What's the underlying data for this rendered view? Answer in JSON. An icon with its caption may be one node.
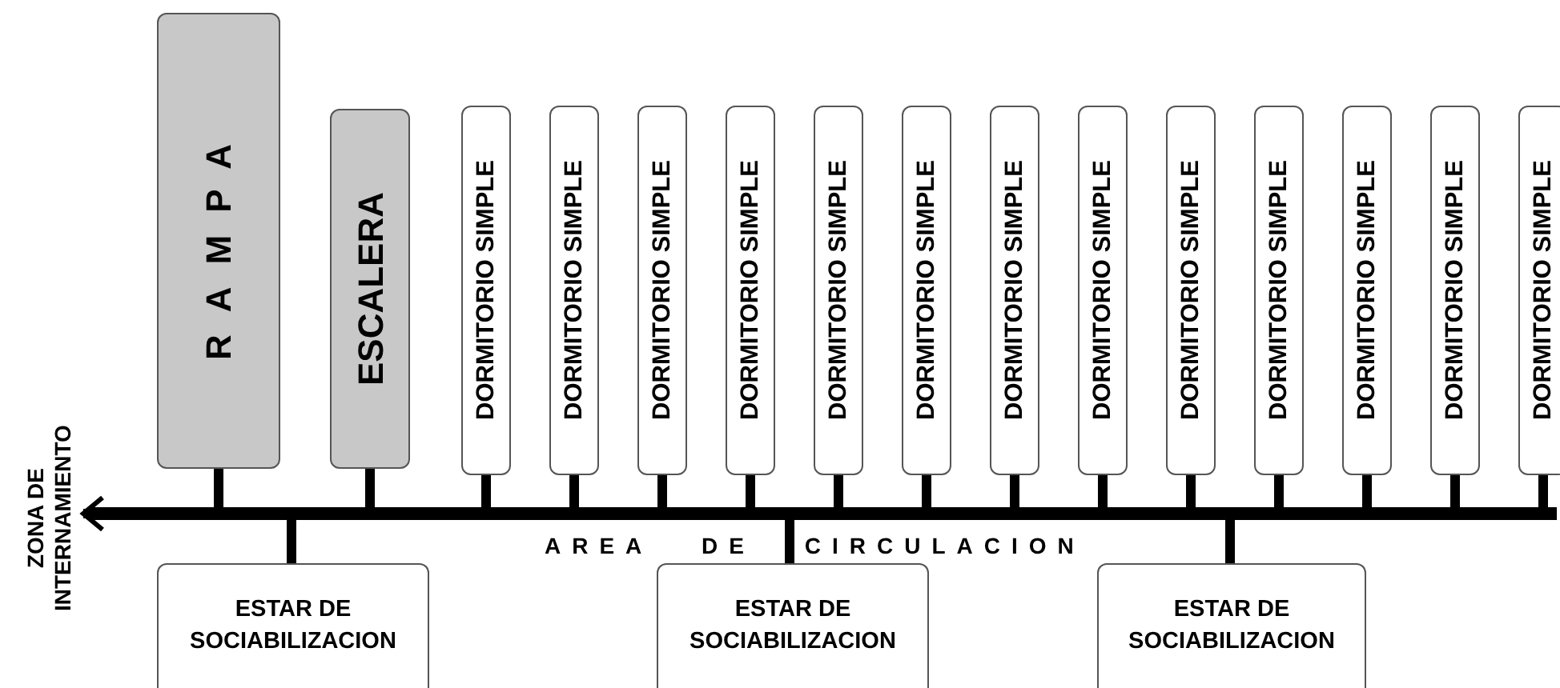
{
  "diagram": {
    "nodes": [
      {
        "text": [
          "RAMPA"
        ]
      },
      {
        "text": [
          "ESCALERA"
        ]
      },
      {
        "text": [
          "DORMITORIO SIMPLE"
        ]
      },
      {
        "text": [
          "DORMITORIO SIMPLE"
        ]
      },
      {
        "text": [
          "DORMITORIO SIMPLE"
        ]
      },
      {
        "text": [
          "DORMITORIO SIMPLE"
        ]
      },
      {
        "text": [
          "DORMITORIO SIMPLE"
        ]
      },
      {
        "text": [
          "DORMITORIO SIMPLE"
        ]
      },
      {
        "text": [
          "DORMITORIO SIMPLE"
        ]
      },
      {
        "text": [
          "DORMITORIO SIMPLE"
        ]
      },
      {
        "text": [
          "DORMITORIO SIMPLE"
        ]
      },
      {
        "text": [
          "DORMITORIO SIMPLE"
        ]
      },
      {
        "text": [
          "DORMITORIO SIMPLE"
        ]
      },
      {
        "text": [
          "DORMITORIO SIMPLE"
        ]
      },
      {
        "text": [
          "DORMITORIO SIMPLE"
        ]
      },
      {
        "text": [
          "ESTAR DE SOCIABILIZACION"
        ]
      },
      {
        "text": [
          "ESTAR DE SOCIABILIZACION"
        ]
      },
      {
        "text": [
          "ESTAR DE SOCIABILIZACION"
        ]
      },
      {
        "text": [],
        "shape": "bar",
        "beside": [
          "AREA DE CIRCULACION"
        ]
      },
      {
        "text": [
          "ZONA DE INTERNAMIENTO"
        ]
      }
    ],
    "edges": [
      {
        "from": 0,
        "to": 18,
        "arrow": "none"
      },
      {
        "from": 1,
        "to": 18,
        "arrow": "none"
      },
      {
        "from": 2,
        "to": 18,
        "arrow": "none"
      },
      {
        "from": 3,
        "to": 18,
        "arrow": "none"
      },
      {
        "from": 4,
        "to": 18,
        "arrow": "none"
      },
      {
        "from": 5,
        "to": 18,
        "arrow": "none"
      },
      {
        "from": 6,
        "to": 18,
        "arrow": "none"
      },
      {
        "from": 7,
        "to": 18,
        "arrow": "none"
      },
      {
        "from": 8,
        "to": 18,
        "arrow": "none"
      },
      {
        "from": 9,
        "to": 18,
        "arrow": "none"
      },
      {
        "from": 10,
        "to": 18,
        "arrow": "none"
      },
      {
        "from": 11,
        "to": 18,
        "arrow": "none"
      },
      {
        "from": 12,
        "to": 18,
        "arrow": "none"
      },
      {
        "from": 13,
        "to": 18,
        "arrow": "none"
      },
      {
        "from": 14,
        "to": 18,
        "arrow": "none"
      },
      {
        "from": 15,
        "to": 18,
        "arrow": "none"
      },
      {
        "from": 16,
        "to": 18,
        "arrow": "none"
      },
      {
        "from": 17,
        "to": 18,
        "arrow": "none"
      },
      {
        "from": 18,
        "to": 19,
        "arrow": "to"
      }
    ]
  }
}
